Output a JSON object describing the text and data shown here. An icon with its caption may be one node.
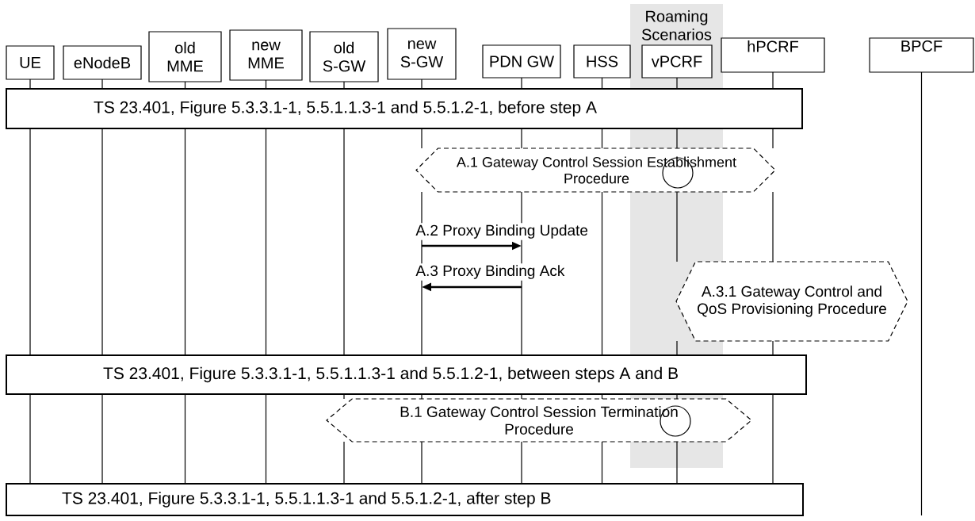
{
  "diagram": {
    "nodes": [
      {
        "text": [
          "UE"
        ]
      },
      {
        "text": [
          "eNodeB"
        ]
      },
      {
        "text": [
          "old MME"
        ]
      },
      {
        "text": [
          "new MME"
        ]
      },
      {
        "text": [
          "old S-GW"
        ]
      },
      {
        "text": [
          "new S-GW"
        ]
      },
      {
        "text": [
          "PDN GW"
        ]
      },
      {
        "text": [
          "HSS"
        ]
      },
      {
        "text": [
          "vPCRF"
        ],
        "in": 11
      },
      {
        "text": [
          "hPCRF"
        ]
      },
      {
        "text": [
          "BPCF"
        ]
      },
      {
        "text": [
          "Roaming Scenarios"
        ]
      },
      {
        "text": [
          "TS 23.401, Figure 5.3.3.1-1, 5.5.1.1.3-1 and 5.5.1.2-1, before step A"
        ]
      },
      {
        "text": [
          "TS 23.401, Figure 5.3.3.1-1, 5.5.1.1.3-1 and 5.5.1.2-1, between steps A and B"
        ]
      },
      {
        "text": [
          "TS 23.401, Figure 5.3.3.1-1, 5.5.1.1.3-1 and 5.5.1.2-1, after step B"
        ]
      },
      {
        "text": [
          "A.1 Gateway Control Session Establishment Procedure"
        ]
      },
      {
        "text": [
          "A.3.1 Gateway Control and QoS Provisioning Procedure"
        ]
      },
      {
        "text": [
          "B.1 Gateway Control Session Termination Procedure"
        ]
      },
      {
        "text": [],
        "shape": "circle"
      },
      {
        "text": [],
        "shape": "circle"
      },
      {
        "text": [],
        "shape": "line"
      },
      {
        "text": [],
        "shape": "line"
      },
      {
        "text": [],
        "shape": "line"
      },
      {
        "text": [],
        "shape": "line"
      },
      {
        "text": [],
        "shape": "line"
      },
      {
        "text": [],
        "shape": "line"
      },
      {
        "text": [],
        "shape": "line"
      },
      {
        "text": [],
        "shape": "line"
      },
      {
        "text": [],
        "shape": "line",
        "in": 11
      },
      {
        "text": [],
        "shape": "line"
      },
      {
        "text": [],
        "shape": "line"
      }
    ],
    "edges": [
      {
        "from": 25,
        "to": 26,
        "arrow": "to",
        "label": "A.2 Proxy Binding Update"
      },
      {
        "from": 26,
        "to": 25,
        "arrow": "to",
        "label": "A.3 Proxy Binding Ack"
      }
    ]
  }
}
